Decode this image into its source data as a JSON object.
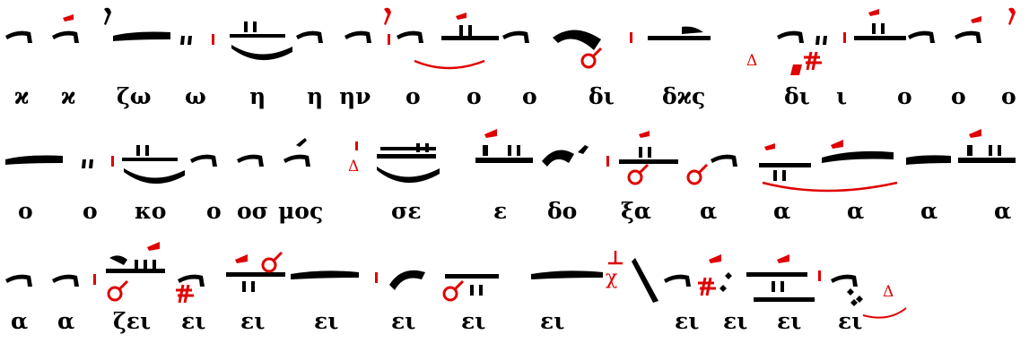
{
  "colors": {
    "neume": "#000000",
    "martyria": "#e00000",
    "lyric": "#000000"
  },
  "lines": [
    {
      "syllables": [
        "ϰ",
        "ϰ",
        "ζω",
        "ω",
        "η",
        "η",
        "ην",
        "ο",
        "ο",
        "ο",
        "δι",
        "δϰς",
        "δι",
        "ι",
        "ο",
        "ο",
        "ο"
      ]
    },
    {
      "syllables": [
        "ο",
        "ο",
        "κο",
        "ο",
        "οσ",
        "μος",
        "σε",
        "ε",
        "δο",
        "ξα",
        "α",
        "α",
        "α",
        "α",
        "α"
      ]
    },
    {
      "syllables": [
        "α",
        "α",
        "ζει",
        "ει",
        "ει",
        "ει",
        "ει",
        "ει",
        "ει",
        "ει",
        "ει",
        "ει",
        "ει"
      ]
    }
  ],
  "red_marks": [
    "Δ",
    "Δ",
    "Δ",
    "χ"
  ]
}
